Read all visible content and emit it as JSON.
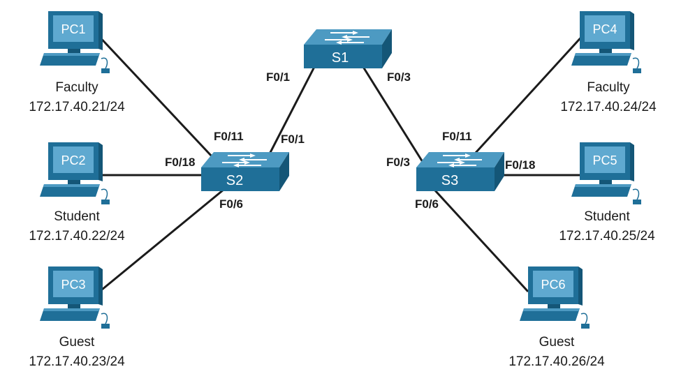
{
  "switches": [
    {
      "id": "S1",
      "name": "S1"
    },
    {
      "id": "S2",
      "name": "S2"
    },
    {
      "id": "S3",
      "name": "S3"
    }
  ],
  "pcs": [
    {
      "id": "pc1",
      "name": "PC1",
      "role": "Faculty",
      "ip": "172.17.40.21/24"
    },
    {
      "id": "pc2",
      "name": "PC2",
      "role": "Student",
      "ip": "172.17.40.22/24"
    },
    {
      "id": "pc3",
      "name": "PC3",
      "role": "Guest",
      "ip": "172.17.40.23/24"
    },
    {
      "id": "pc4",
      "name": "PC4",
      "role": "Faculty",
      "ip": "172.17.40.24/24"
    },
    {
      "id": "pc5",
      "name": "PC5",
      "role": "Student",
      "ip": "172.17.40.25/24"
    },
    {
      "id": "pc6",
      "name": "PC6",
      "role": "Guest",
      "ip": "172.17.40.26/24"
    }
  ],
  "ports": {
    "s1_to_s2": "F0/1",
    "s1_to_s3": "F0/3",
    "s2_to_s1": "F0/1",
    "s2_pc1": "F0/11",
    "s2_pc2": "F0/18",
    "s2_pc3": "F0/6",
    "s3_to_s1": "F0/3",
    "s3_pc4": "F0/11",
    "s3_pc5": "F0/18",
    "s3_pc6": "F0/6"
  },
  "colors": {
    "device_front": "#1f6f98",
    "device_top": "#4d9ac2",
    "device_side": "#145677",
    "screen": "#5fa9d0",
    "link": "#1b1b1b"
  }
}
